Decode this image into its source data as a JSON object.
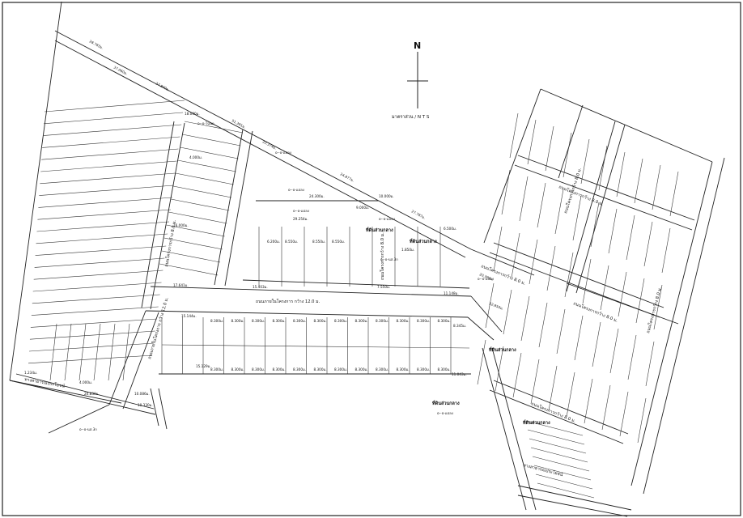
{
  "compass": {
    "letter": "N",
    "scale": "มาตราส่วน / N T S"
  },
  "roads": {
    "main": "ถนนภายในโครงการ กว้าง 12.0 ม.",
    "main_side": "ถนนภายในโครงการ กว้าง 12.0 ม.",
    "left_vertical": "ถนนโครงการกว้าง 8.0 ม.",
    "mid_vertical": "ถนนโครงการกว้าง 8.0 ม.",
    "right_1": "ถนนโครงการกว้าง 8.0 ม.",
    "right_2": "ถนนโครงการกว้าง 8.0 ม.",
    "right_3": "ถนนโครงการกว้าง 8.0 ม.",
    "right_4": "ถนนโครงการกว้าง 8.0 ม.",
    "right_5": "ถนนโครงการกว้าง 8.0 ม.",
    "far_right": "ถนนโครงการกว้าง 8.0 ม.",
    "public_bottom_left": "ทางสาธารณประโยชน์",
    "public_bottom_right": "ทางสาธารณประโยชน์"
  },
  "labels": {
    "common_1": "ที่ดินส่วนกลาง",
    "common_2": "ที่ดินส่วนกลาง",
    "common_3": "ที่ดินส่วนกลาง",
    "common_4": "ที่ดินส่วนกลาง",
    "common_5": "ที่ดินส่วนกลาง"
  },
  "plot_marks": {
    "lot": "o--o-แปลง",
    "left_group": "o--o-โฉนด",
    "center": "o--o-นส.3ก"
  },
  "dims": {
    "top_road_a": "28.783ม.",
    "top_road_b": "37.060ม.",
    "top_road_c": "27.800ม.",
    "top_road_d": "51.391ม.",
    "top_road_e": "22.374ม.",
    "top_road_f": "24.877ม.",
    "top_road_g": "27.787ม.",
    "top_road_h": "6.500ม.",
    "lot_w_a": "18.000ม.",
    "lot_w_b": "24.300ม.",
    "lot_w_c": "29.254ม.",
    "lot_w_d": "9.000ม.",
    "lot_w_e": "8.550ม.",
    "lot_w_f": "10.000ม.",
    "lot_w_g": "8.300ม.",
    "lot_w_h": "15.144ม.",
    "lot_w_i": "17.641ม.",
    "lot_w_j": "15.403ม.",
    "lot_w_k": "11.148ม.",
    "lot_w_l": "15.129ม.",
    "lot_w_m": "11.043ม.",
    "lot_w_n": "8.345ม.",
    "lot_w_o": "22.850ม.",
    "lot_w_p": "10.086ม.",
    "lot_w_q": "10.330ม.",
    "lot_w_r": "20.830ม.",
    "lot_w_s": "1.234ม.",
    "lot_w_t": "4.000ม.",
    "lot_w_u": "7.550ม.",
    "lot_w_v": "1.850ม.",
    "lot_w_w": "6.200ม.",
    "lot_w_x": "20.394ม.",
    "lot_w_y": "4.000ม.",
    "lot_w_z": "16.000ม."
  },
  "colors": {
    "ink": "#222222",
    "paper": "#ffffff"
  }
}
